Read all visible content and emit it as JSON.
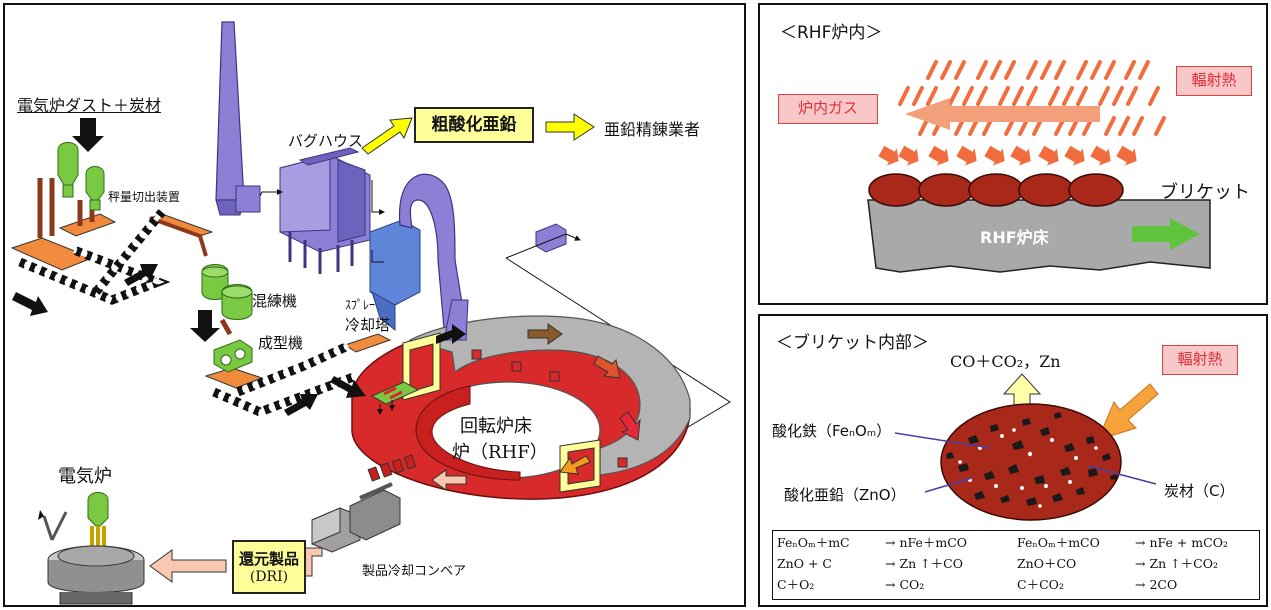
{
  "process": {
    "feed_label": "電気炉ダスト＋炭材",
    "weigher_label": "秤量切出装置",
    "mixer_label": "混練機",
    "former_label": "成型機",
    "spray_label_1": "ｽﾌﾟﾚｰ",
    "spray_label_2": "冷却塔",
    "baghouse_label": "バグハウス",
    "crude_zno_label": "粗酸化亜鉛",
    "zinc_refiner_label": "亜鉛精錬業者",
    "rhf_label_1": "回転炉床",
    "rhf_label_2": "炉（RHF）",
    "eaf_label": "電気炉",
    "dri_label_1": "還元製品",
    "dri_label_2": "(DRI)",
    "conveyor_label": "製品冷却コンベア"
  },
  "rhf_inside": {
    "title": "＜RHF炉内＞",
    "furnace_gas": "炉内ガス",
    "radiant_heat": "輻射熱",
    "briquette": "ブリケット",
    "hearth": "RHF炉床"
  },
  "briquette_inside": {
    "title": "＜ブリケット内部＞",
    "offgas": "CO＋CO₂，Zn",
    "radiant_heat": "輻射熱",
    "iron_oxide": "酸化鉄（FeₙOₘ）",
    "zinc_oxide": "酸化亜鉛（ZnO）",
    "carbon": "炭材（C）"
  },
  "equations": [
    {
      "lhs": "FeₙOₘ＋mC",
      "rhs": "→ nFe＋mCO"
    },
    {
      "lhs": "FeₙOₘ＋mCO",
      "rhs": "→ nFe + mCO₂"
    },
    {
      "lhs": "ZnO + C",
      "rhs": "→ Zn ↑＋CO"
    },
    {
      "lhs": "ZnO＋CO",
      "rhs": "→ Zn ↑＋CO₂"
    },
    {
      "lhs": "C＋O₂",
      "rhs": "→ CO₂"
    },
    {
      "lhs": "C＋CO₂",
      "rhs": "→ 2CO"
    }
  ],
  "colors": {
    "duct": "#8c7fd6",
    "duct_dark": "#5a4fa8",
    "conveyor_orange": "#f08a3c",
    "rhf_red": "#d82a2a",
    "rhf_gray": "#b4b4b4",
    "yellow_box": "#ffff99",
    "pink_box": "#f8c8c8",
    "green": "#7ac943",
    "heat_arrow": "#f26d3d"
  }
}
